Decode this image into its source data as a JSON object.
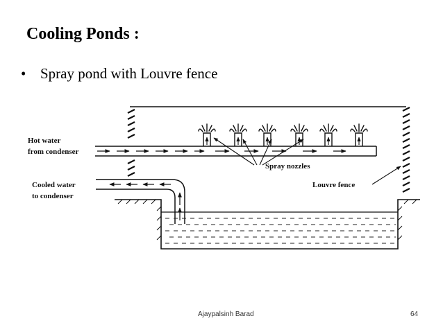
{
  "slide": {
    "title": "Cooling Ponds :",
    "bullet": "•",
    "bullet_text": "Spray pond with Louvre fence",
    "author": "Ajaypalsinh Barad",
    "page_number": "64"
  },
  "diagram": {
    "label_hot_1": "Hot water",
    "label_hot_2": "from condenser",
    "label_cool_1": "Cooled water",
    "label_cool_2": "to condenser",
    "label_nozzles": "Spray nozzles",
    "label_louvre": "Louvre fence",
    "nozzle_icon": "spray-nozzle-icon",
    "line_color": "#111111"
  }
}
